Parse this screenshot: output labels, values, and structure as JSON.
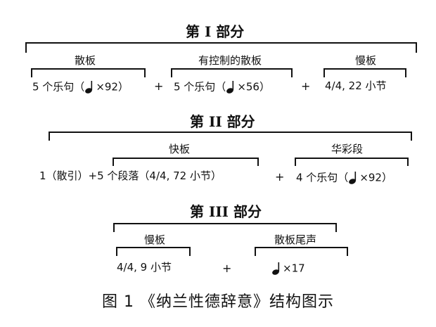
{
  "sections": [
    {
      "title": "第 I 部分",
      "parts": [
        {
          "label": "散板",
          "before": "5 个乐句（",
          "after": "×92）"
        },
        {
          "label": "有控制的散板",
          "before": "5 个乐句（",
          "after": "×56）"
        },
        {
          "label": "慢板",
          "text": "4/4, 22 小节"
        }
      ],
      "plus": [
        "+",
        "+"
      ]
    },
    {
      "title": "第 II 部分",
      "parts": [
        {
          "label": "快板",
          "prefix": "1（散引）+",
          "text": "5 个段落（4/4, 72 小节）"
        },
        {
          "label": "华彩段",
          "before": "4 个乐句（",
          "after": "×92）"
        }
      ],
      "plus": [
        "+"
      ]
    },
    {
      "title": "第 III 部分",
      "parts": [
        {
          "label": "慢板",
          "text": "4/4, 9 小节"
        },
        {
          "label": "散板尾声",
          "before": "",
          "after": "×17"
        }
      ],
      "plus": [
        "+"
      ]
    }
  ],
  "caption": "图 1 《纳兰性德辞意》结构图示",
  "note_icon": "quarter-note-icon"
}
